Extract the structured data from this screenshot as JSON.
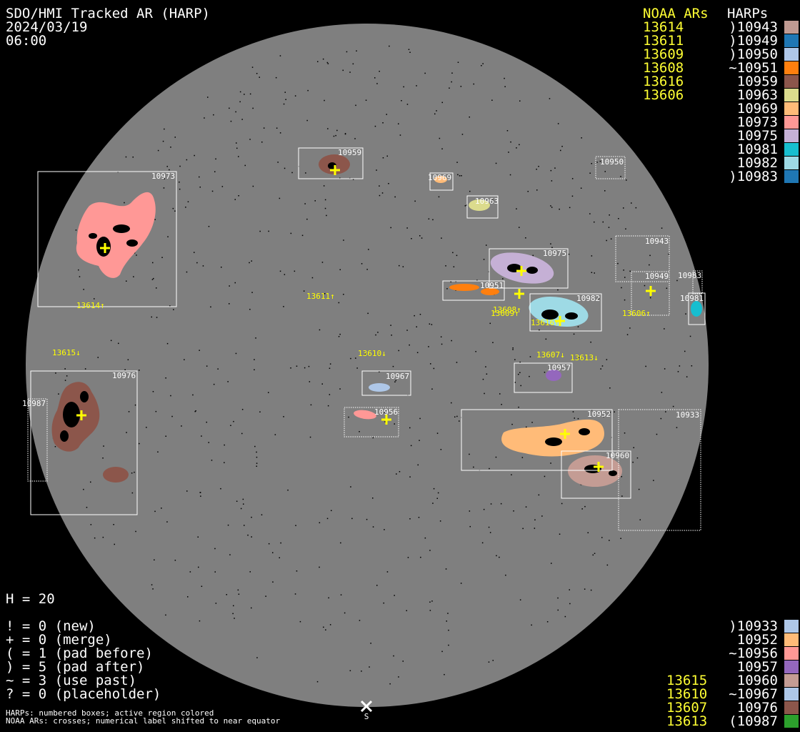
{
  "header": {
    "title": "SDO/HMI Tracked AR (HARP)",
    "date": "2024/03/19",
    "time": "06:00"
  },
  "legend_top": {
    "noaa_header": "NOAA ARs",
    "harps_header": "HARPs",
    "noaa": [
      "13614",
      "13611",
      "13609",
      "13608",
      "13616",
      "13606"
    ],
    "harps": [
      {
        "label": ")10943",
        "color": "#c09a92"
      },
      {
        "label": ")10949",
        "color": "#1f77b4"
      },
      {
        "label": ")10950",
        "color": "#aec7e8"
      },
      {
        "label": "~10951",
        "color": "#ff7f0e"
      },
      {
        "label": "10959",
        "color": "#8c564b"
      },
      {
        "label": "10963",
        "color": "#dbdb8d"
      },
      {
        "label": "10969",
        "color": "#ffbb78"
      },
      {
        "label": "10973",
        "color": "#ff9896"
      },
      {
        "label": "10975",
        "color": "#c5b0d5"
      },
      {
        "label": "10981",
        "color": "#17becf"
      },
      {
        "label": "10982",
        "color": "#9edae5"
      },
      {
        "label": ")10983",
        "color": "#1f77b4"
      }
    ]
  },
  "legend_bottom": {
    "noaa": [
      "13615",
      "13610",
      "13607",
      "13613"
    ],
    "harps": [
      {
        "label": ")10933",
        "color": "#aec7e8"
      },
      {
        "label": "10952",
        "color": "#ffbb78"
      },
      {
        "label": "~10956",
        "color": "#ff9896"
      },
      {
        "label": "10957",
        "color": "#9467bd"
      },
      {
        "label": "10960",
        "color": "#c49c94"
      },
      {
        "label": "~10967",
        "color": "#aec7e8"
      },
      {
        "label": "10976",
        "color": "#8c564b"
      },
      {
        "label": "(10987",
        "color": "#2ca02c"
      }
    ]
  },
  "stats": {
    "h": "H = 20",
    "lines": [
      "! = 0 (new)",
      "+ = 0 (merge)",
      "( = 1 (pad before)",
      ") = 5 (pad after)",
      "~ = 3 (use past)",
      "? = 0 (placeholder)"
    ]
  },
  "footer": {
    "line1": "HARPs: numbered boxes; active region colored",
    "line2": "NOAA ARs: crosses; numerical label shifted to near equator",
    "south": "S"
  },
  "disk": {
    "color": "#7f7f7f"
  },
  "harp_boxes": [
    {
      "id": "10973"
    },
    {
      "id": "10959"
    },
    {
      "id": "10969"
    },
    {
      "id": "10963"
    },
    {
      "id": "10950"
    },
    {
      "id": "10943"
    },
    {
      "id": "10975"
    },
    {
      "id": "10951"
    },
    {
      "id": "10949"
    },
    {
      "id": "10983"
    },
    {
      "id": "10982"
    },
    {
      "id": "10981"
    },
    {
      "id": "10976"
    },
    {
      "id": "10987"
    },
    {
      "id": "10967"
    },
    {
      "id": "10956"
    },
    {
      "id": "10957"
    },
    {
      "id": "10952"
    },
    {
      "id": "10933"
    },
    {
      "id": "10960"
    }
  ],
  "noaa_labels": [
    {
      "text": "13614↑"
    },
    {
      "text": "13611↑"
    },
    {
      "text": "13615↓"
    },
    {
      "text": "13610↓"
    },
    {
      "text": "13608↑"
    },
    {
      "text": "13609↑"
    },
    {
      "text": "13616↑"
    },
    {
      "text": "13606↑"
    },
    {
      "text": "13607↓"
    },
    {
      "text": "13613↓"
    }
  ]
}
